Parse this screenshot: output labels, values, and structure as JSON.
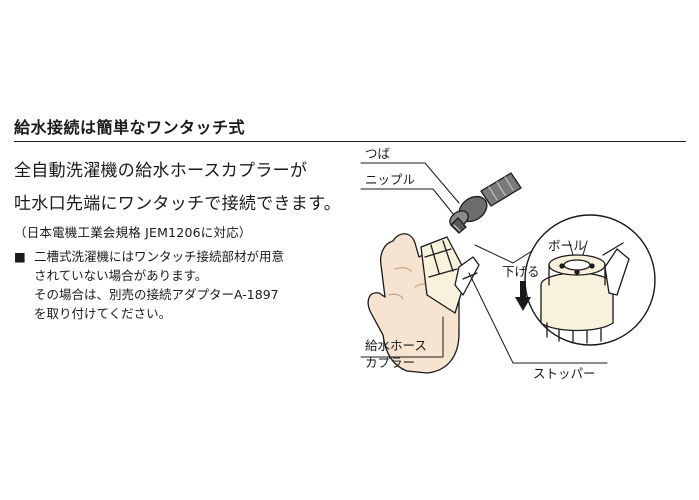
{
  "heading": "給水接続は簡単なワンタッチ式",
  "lead": [
    "全自動洗濯機の給水ホースカプラーが",
    "吐水口先端にワンタッチで接続できます。"
  ],
  "standard_note": "（日本電機工業会規格 JEM1206に対応）",
  "notice": {
    "bullet": "■",
    "lines": [
      "二槽式洗濯機にはワンタッチ接続部材が用意",
      "されていない場合があります。",
      "その場合は、別売の接続アダプターA-1897",
      "を取り付けてください。"
    ]
  },
  "figure": {
    "labels": {
      "tsuba": "つば",
      "nipple": "ニップル",
      "ball": "ボール",
      "push_down": "下げる",
      "hose_line1": "給水ホース",
      "hose_line2": "カプラー",
      "stopper": "ストッパー"
    },
    "colors": {
      "hand": "#f7e4d0",
      "coupler": "#f8f1dc",
      "ink": "#1a1a1a",
      "nipple": "#6d6d6d"
    },
    "icons": [
      "down-arrow-icon"
    ]
  }
}
